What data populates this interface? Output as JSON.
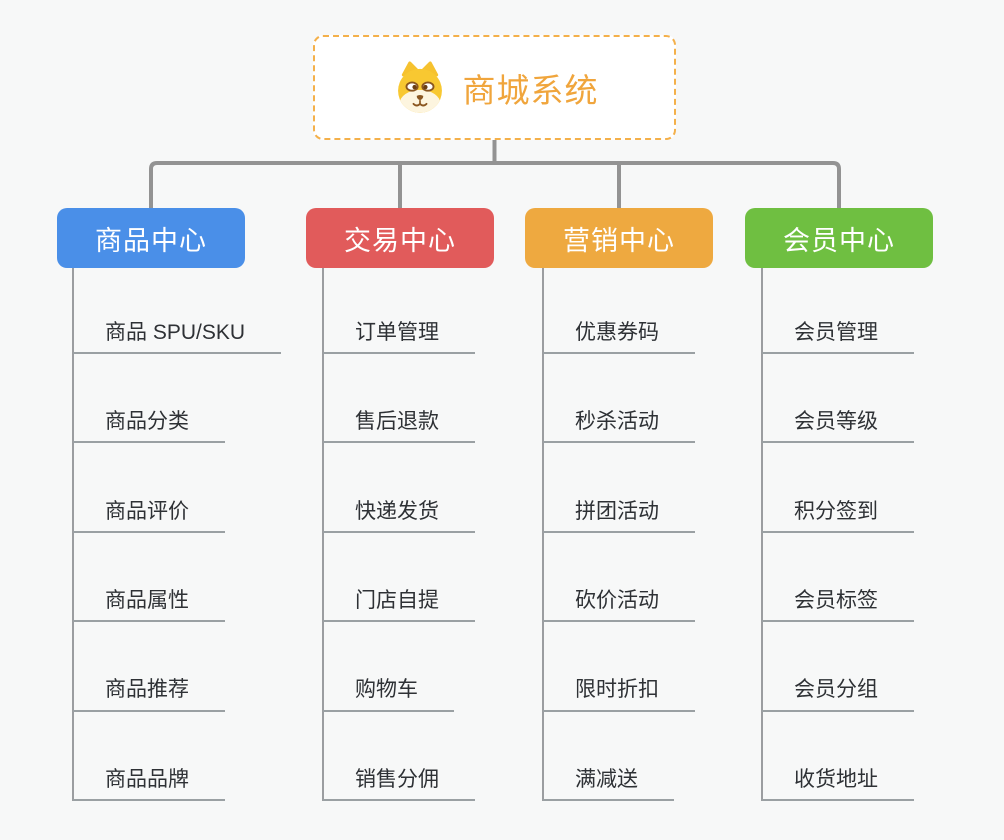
{
  "root": {
    "title": "商城系统",
    "icon": "dog-face-icon",
    "accent_color": "#f0a53c"
  },
  "branches": [
    {
      "label": "商品中心",
      "color": "#4a8fe8",
      "items": [
        "商品 SPU/SKU",
        "商品分类",
        "商品评价",
        "商品属性",
        "商品推荐",
        "商品品牌"
      ]
    },
    {
      "label": "交易中心",
      "color": "#e15b5b",
      "items": [
        "订单管理",
        "售后退款",
        "快递发货",
        "门店自提",
        "购物车",
        "销售分佣"
      ]
    },
    {
      "label": "营销中心",
      "color": "#eea940",
      "items": [
        "优惠券码",
        "秒杀活动",
        "拼团活动",
        "砍价活动",
        "限时折扣",
        "满减送"
      ]
    },
    {
      "label": "会员中心",
      "color": "#6fbf41",
      "items": [
        "会员管理",
        "会员等级",
        "积分签到",
        "会员标签",
        "会员分组",
        "收货地址"
      ]
    }
  ],
  "colors": {
    "background": "#f7f8f8",
    "connector_gray": "#939393",
    "underline_gray": "#9aa0a3",
    "leaf_text": "#2e3135",
    "root_border": "#f4b04a"
  }
}
